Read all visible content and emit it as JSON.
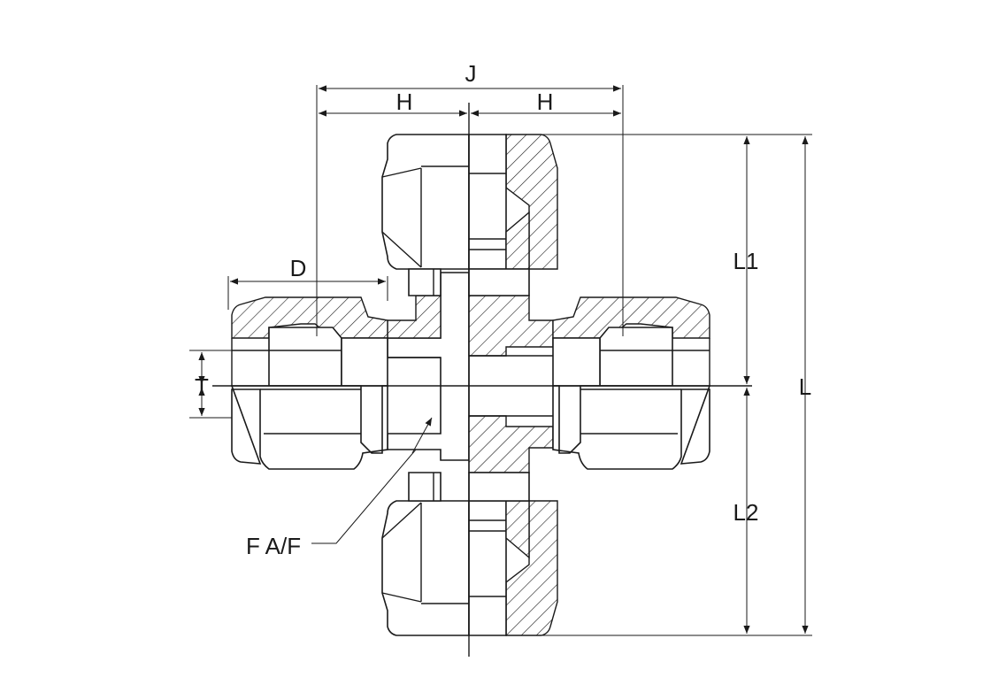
{
  "labels": {
    "J": "J",
    "H_left": "H",
    "H_right": "H",
    "D": "D",
    "T": "T",
    "F": "F A/F",
    "L": "L",
    "L1": "L1",
    "L2": "L2"
  }
}
